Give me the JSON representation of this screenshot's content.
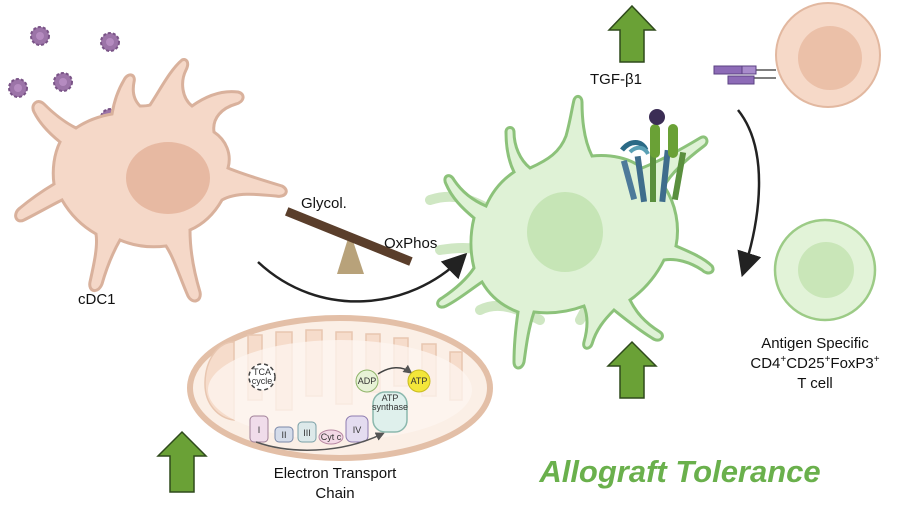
{
  "labels": {
    "cdc1": "cDC1",
    "glycol": "Glycol.",
    "oxphos": "OxPhos.",
    "tgf": "TGF-β1",
    "etc_line1": "Electron Transport",
    "etc_line2": "Chain",
    "tcell_line1": "Antigen Specific",
    "tcell_cd4": "CD4",
    "tcell_plus1": "+",
    "tcell_cd25": "CD25",
    "tcell_plus2": "+",
    "tcell_foxp3": "FoxP3",
    "tcell_plus3": "+",
    "tcell_line3": "T cell",
    "title": "Allograft Tolerance"
  },
  "mito": {
    "tca_line1": "TCA",
    "tca_line2": "cycle",
    "adp": "ADP",
    "atp": "ATP",
    "synth_line1": "ATP",
    "synth_line2": "synthase",
    "complex_1": "I",
    "complex_2": "II",
    "complex_3": "III",
    "cytc": "Cyt c",
    "complex_4": "IV"
  },
  "colors": {
    "cdc1_fill": "#f5d8c8",
    "cdc1_stroke": "#d9b19c",
    "cdc1_nucleus": "#e7b9a2",
    "green_cell_fill": "#dff2d6",
    "green_cell_stroke": "#8cc27a",
    "green_nucleus": "#c6e5b6",
    "arrow_green": "#6aa136",
    "arrow_green_stroke": "#2f4a1c",
    "title_green": "#6ab04c",
    "seesaw_beam": "#5a3e2b",
    "seesaw_base": "#b8a27a",
    "mito_outer": "#e3bfa7",
    "mito_fill": "#fbefe6",
    "tcell_fill": "#f6d9c8",
    "tcell_nucleus": "#ebc0a8",
    "treg_fill": "#e2f3d8",
    "treg_nucleus": "#c9e6b8",
    "antigen": "#b07ac4",
    "atp_yellow": "#f3e63a"
  }
}
